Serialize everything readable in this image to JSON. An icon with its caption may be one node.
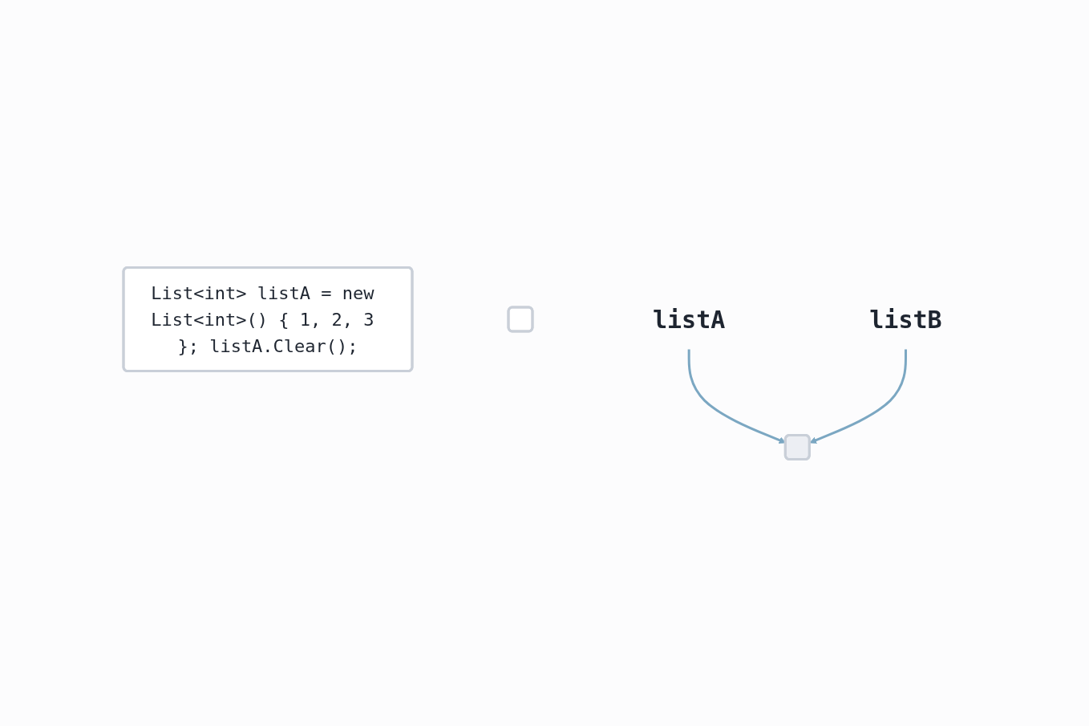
{
  "diagram": {
    "nodes": [
      {
        "text": [
          "List<int> listA = new List<int>() { 1, 2, 3 }; listA.Clear();"
        ]
      },
      {
        "text": [],
        "shape": "box"
      },
      {
        "text": [
          "listA"
        ]
      },
      {
        "text": [
          "listB"
        ]
      },
      {
        "text": [],
        "shape": "box"
      }
    ],
    "edges": [
      {
        "from": 2,
        "to": 4,
        "arrow": "to"
      },
      {
        "from": 3,
        "to": 4,
        "arrow": "to"
      }
    ]
  }
}
